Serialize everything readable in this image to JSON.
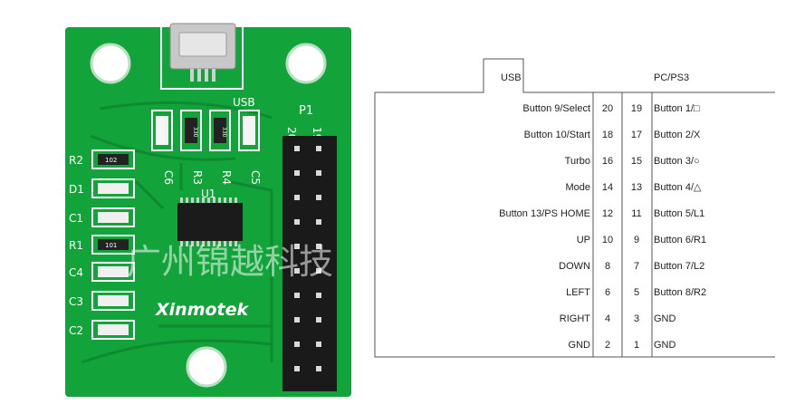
{
  "board": {
    "brand": "Xinmotek",
    "usb_label": "USB",
    "header_label": "P1",
    "chip_label": "U1",
    "header_pin_top_left": "20",
    "header_pin_top_right": "19",
    "top_components": [
      "C6",
      "R3",
      "R4",
      "C5"
    ],
    "left_components": [
      "R2",
      "D1",
      "C1",
      "R1",
      "C4",
      "C3",
      "C2"
    ],
    "resistor_marks": [
      "102",
      "101",
      "330",
      "330"
    ],
    "watermark": "广州锦越科技"
  },
  "pinout": {
    "usb_label": "USB",
    "host_label": "PC/PS3",
    "rows": [
      {
        "left_label": "Button 9/Select",
        "left_pin": "20",
        "right_pin": "19",
        "right_label": "Button 1/□"
      },
      {
        "left_label": "Button 10/Start",
        "left_pin": "18",
        "right_pin": "17",
        "right_label": "Button 2/X"
      },
      {
        "left_label": "Turbo",
        "left_pin": "16",
        "right_pin": "15",
        "right_label": "Button 3/○"
      },
      {
        "left_label": "Mode",
        "left_pin": "14",
        "right_pin": "13",
        "right_label": "Button 4/△"
      },
      {
        "left_label": "Button 13/PS HOME",
        "left_pin": "12",
        "right_pin": "11",
        "right_label": "Button 5/L1"
      },
      {
        "left_label": "UP",
        "left_pin": "10",
        "right_pin": "9",
        "right_label": "Button 6/R1"
      },
      {
        "left_label": "DOWN",
        "left_pin": "8",
        "right_pin": "7",
        "right_label": "Button 7/L2"
      },
      {
        "left_label": "LEFT",
        "left_pin": "6",
        "right_pin": "5",
        "right_label": "Button 8/R2"
      },
      {
        "left_label": "RIGHT",
        "left_pin": "4",
        "right_pin": "3",
        "right_label": "GND"
      },
      {
        "left_label": "GND",
        "left_pin": "2",
        "right_pin": "1",
        "right_label": "GND"
      }
    ]
  },
  "colors": {
    "pcb": "#12a33a",
    "pcb_dark": "#0e8a30",
    "silk": "#ffffff",
    "header": "#1a1a1a",
    "pin": "#d9d9d9",
    "line": "#555555"
  }
}
